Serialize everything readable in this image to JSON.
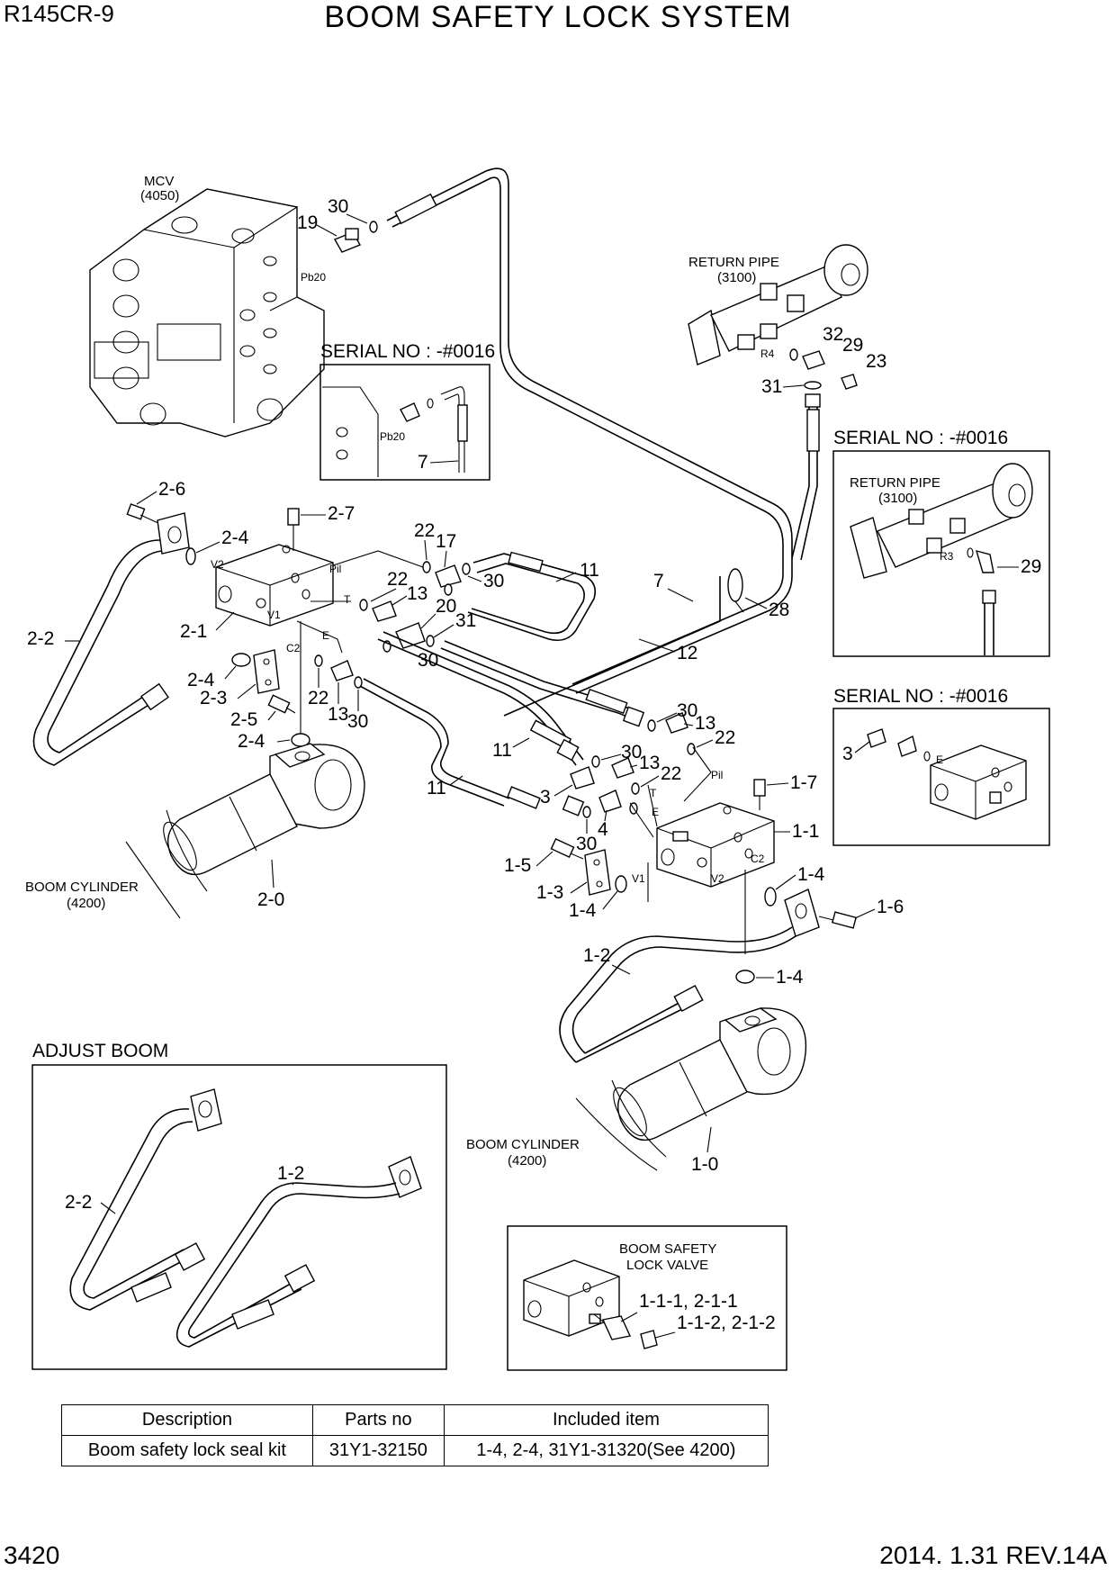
{
  "header": {
    "model": "R145CR-9",
    "title": "BOOM SAFETY LOCK SYSTEM"
  },
  "footer": {
    "page_number": "3420",
    "date_rev": "2014. 1.31  REV.14A"
  },
  "components": {
    "mcv": "MCV",
    "mcv_ref": "(4050)",
    "return_pipe": "RETURN PIPE",
    "return_pipe_ref": "(3100)",
    "boom_cylinder": "BOOM CYLINDER",
    "boom_cylinder_ref": "(4200)",
    "boom_safety_lock_valve_1": "BOOM SAFETY",
    "boom_safety_lock_valve_2": "LOCK VALVE"
  },
  "sections": {
    "serial": "SERIAL NO : -#0016",
    "adjust_boom": "ADJUST BOOM"
  },
  "ports": {
    "pb20": "Pb20",
    "pil": "Pil",
    "v1": "V1",
    "v2": "V2",
    "t": "T",
    "e": "E",
    "c2": "C2",
    "r3": "R3",
    "r4": "R4"
  },
  "callouts": {
    "p30": "30",
    "p19": "19",
    "p32": "32",
    "p29": "29",
    "p23": "23",
    "p31": "31",
    "p7": "7",
    "p26": "2-6",
    "p27": "2-7",
    "p24": "2-4",
    "p21": "2-1",
    "p22h": "2-2",
    "p23h": "2-3",
    "p25": "2-5",
    "p20h": "2-0",
    "p22": "22",
    "p17": "17",
    "p13": "13",
    "p20": "20",
    "p11": "11",
    "p12": "12",
    "p28": "28",
    "p3": "3",
    "p4": "4",
    "p15": "1-5",
    "p13h": "1-3",
    "p14": "1-4",
    "p11h": "1-1",
    "p17h": "1-7",
    "p16": "1-6",
    "p12h": "1-2",
    "p10": "1-0",
    "p111": "1-1-1, 2-1-1",
    "p112": "1-1-2, 2-1-2"
  },
  "kit_table": {
    "headers": [
      "Description",
      "Parts no",
      "Included item"
    ],
    "rows": [
      [
        "Boom safety lock seal kit",
        "31Y1-32150",
        "1-4, 2-4, 31Y1-31320(See 4200)"
      ]
    ]
  }
}
